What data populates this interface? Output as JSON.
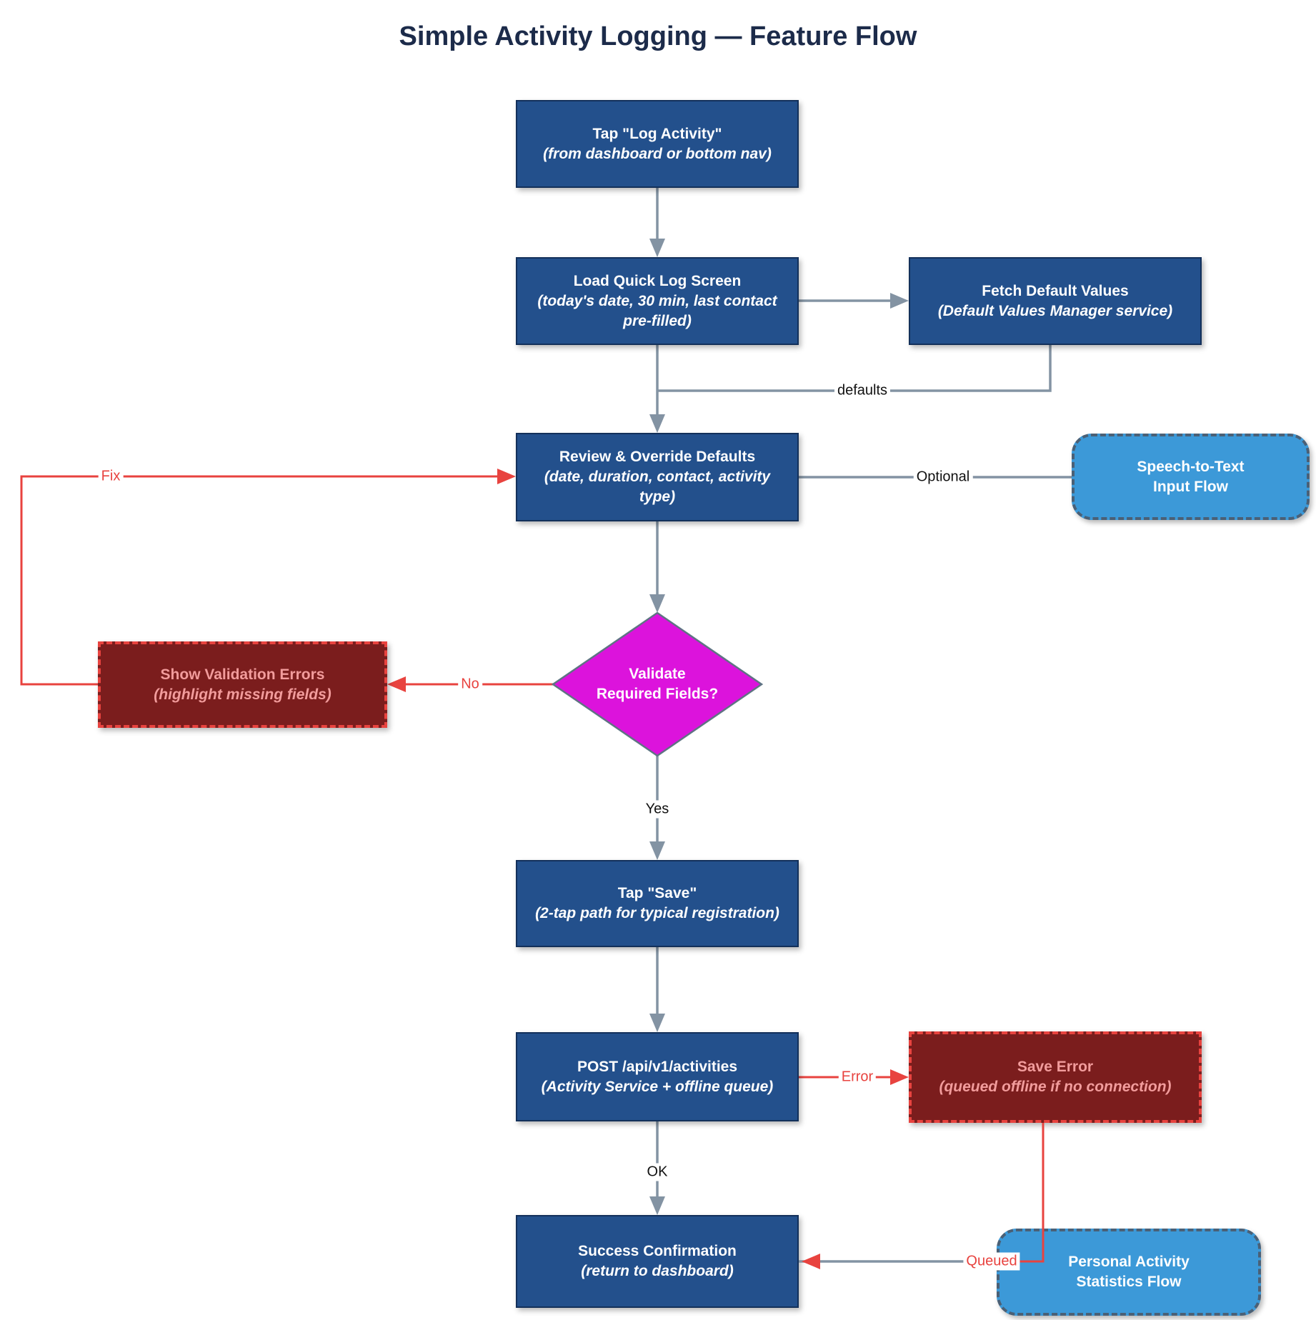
{
  "title": "Simple Activity Logging — Feature Flow",
  "nodes": {
    "tap_log": {
      "title": "Tap \"Log Activity\"",
      "sub1": "(from dashboard or bottom nav)"
    },
    "load_quick": {
      "title": "Load Quick Log Screen",
      "sub1": "(today's date, 30 min, last contact",
      "sub2": "pre-filled)"
    },
    "fetch_defaults": {
      "title": "Fetch Default Values",
      "sub1": "(Default Values Manager service)"
    },
    "review_override": {
      "title": "Review & Override Defaults",
      "sub1": "(date, duration, contact, activity",
      "sub2": "type)"
    },
    "speech": {
      "title": "Speech-to-Text",
      "sub1": "Input Flow"
    },
    "validate": {
      "title": "Validate",
      "sub1": "Required Fields?"
    },
    "show_errors": {
      "title": "Show Validation Errors",
      "sub1": "(highlight missing fields)"
    },
    "tap_save": {
      "title": "Tap \"Save\"",
      "sub1": "(2-tap path for typical registration)"
    },
    "post_activity": {
      "title": "POST /api/v1/activities",
      "sub1": "(Activity Service + offline queue)"
    },
    "save_error": {
      "title": "Save Error",
      "sub1": "(queued offline if no connection)"
    },
    "success": {
      "title": "Success Confirmation",
      "sub1": "(return to dashboard)"
    },
    "stats": {
      "title": "Personal Activity",
      "sub1": "Statistics Flow"
    }
  },
  "edge_labels": {
    "defaults": "defaults",
    "optional": "Optional",
    "fix": "Fix",
    "no": "No",
    "yes": "Yes",
    "ok": "OK",
    "error": "Error",
    "queued": "Queued"
  },
  "theme": {
    "blue_fill": "#23508C",
    "blue_stroke": "#13305A",
    "slate": "#8393A3",
    "red": "#E8433F",
    "dark_red_fill": "#7B1D1D",
    "pink": "#F29C9C",
    "magenta": "#DC13DC",
    "magenta_stroke": "#5F7384",
    "light_blue_fill": "#3C99D8",
    "light_blue_stroke": "#4A6076",
    "title_color": "#1C2B4A",
    "label_color": "#111111",
    "bg": "#FFFFFF"
  }
}
